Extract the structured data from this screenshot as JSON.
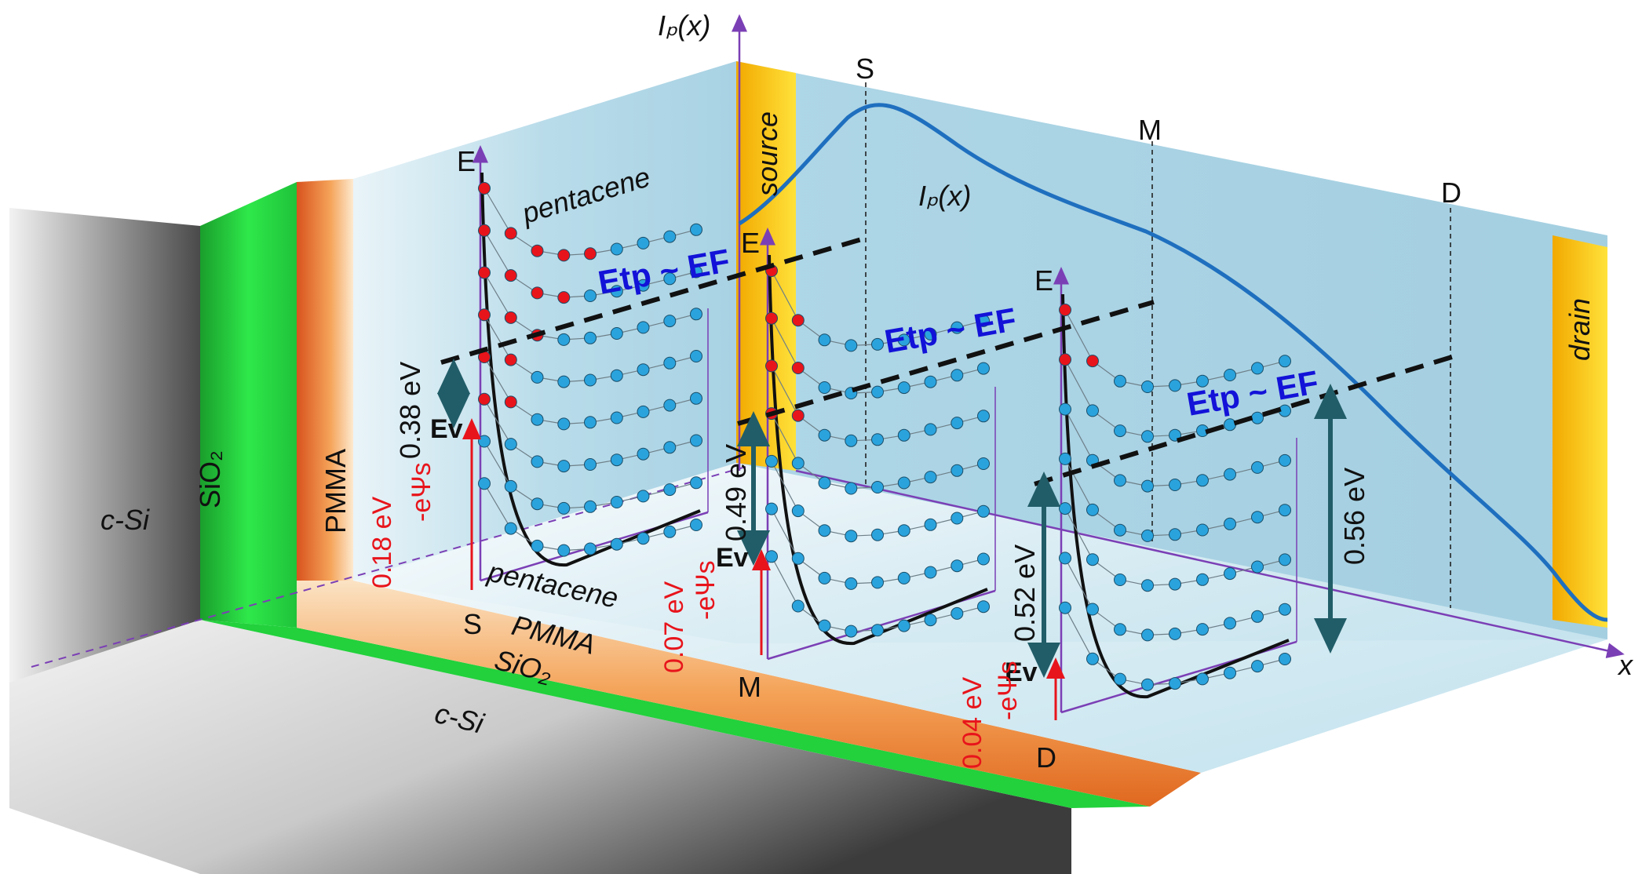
{
  "axes": {
    "current_axis": "Iₚ(x)",
    "x_axis": "x",
    "energy_axis": "E"
  },
  "layers": {
    "csi": "c-Si",
    "sio2": "SiO₂",
    "pmma": "PMMA",
    "pentacene": "pentacene",
    "source": "source",
    "drain": "drain"
  },
  "floor_labels": {
    "pentacene": "pentacene",
    "pmma": "PMMA",
    "sio2": "SiO₂",
    "csi": "c-Si"
  },
  "points": {
    "s": "S",
    "m": "M",
    "d": "D"
  },
  "curve_label": "Iₚ(x)",
  "fermi_labels": [
    "Etp ~ EF",
    "Etp ~ EF",
    "Etp ~ EF"
  ],
  "ev_label": "Ev",
  "gaps": {
    "s": "0.38 eV",
    "m": "0.49 eV",
    "d_left": "0.52 eV",
    "d_right": "0.56 eV"
  },
  "surface_potential": {
    "label": "-eΨs",
    "s": "0.18 eV",
    "m": "0.07 eV",
    "d": "0.04 eV"
  },
  "colors": {
    "csi": "#8c8c8c",
    "sio2": "#1fd13a",
    "pmma": "#f08a2c",
    "pentacene": "#bfe0ec",
    "electrode": "#f7c400",
    "current_curve": "#1f6fbf",
    "trap_filled": "#e8141b",
    "trap_empty": "#2aa3dd",
    "fermi_text": "#1212d8",
    "potential_text": "#e8141b",
    "axis": "#7b3fb5"
  }
}
